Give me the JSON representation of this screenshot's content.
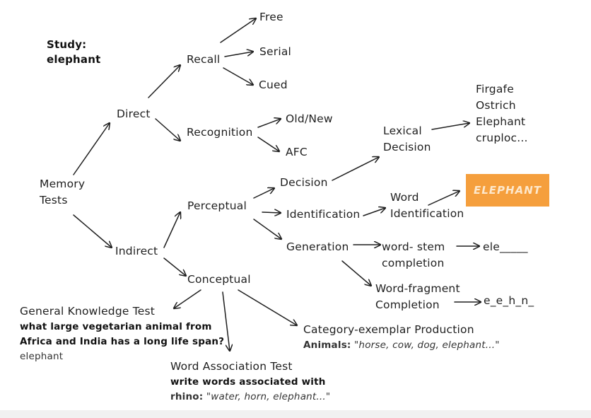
{
  "study": {
    "line1": "Study:",
    "line2": "elephant"
  },
  "nodes": {
    "memory_tests": [
      "Memory",
      "Tests"
    ],
    "direct": "Direct",
    "indirect": "Indirect",
    "recall": "Recall",
    "recognition": "Recognition",
    "free": "Free",
    "serial": "Serial",
    "cued": "Cued",
    "old_new": "Old/New",
    "afc": "AFC",
    "perceptual": "Perceptual",
    "conceptual": "Conceptual",
    "decision": "Decision",
    "identification": "Identification",
    "generation": "Generation",
    "lexical_decision": [
      "Lexical",
      "Decision"
    ],
    "word_identification": [
      "Word",
      "Identification"
    ],
    "lexical_examples": [
      "Firgafe",
      "Ostrich",
      "Elephant",
      "cruploc..."
    ],
    "elephant_badge": "ELEPHANT",
    "word_stem": [
      "word- stem",
      "completion"
    ],
    "word_stem_example": "ele_____",
    "word_fragment": [
      "Word-fragment",
      "Completion"
    ],
    "word_fragment_example": "e_e_h_n_"
  },
  "examples": {
    "general_knowledge": {
      "title": "General Knowledge Test",
      "question": [
        "what large vegetarian animal from",
        "Africa and India has a long life span?"
      ],
      "answer": "elephant"
    },
    "word_association": {
      "title": "Word Association Test",
      "instruction": "write words associated with",
      "prefix": "rhino:",
      "list": " \"water, horn, elephant...\""
    },
    "category_exemplar": {
      "title": "Category-exemplar Production",
      "prefix": "Animals:",
      "list": " \"horse, cow, dog, elephant...\""
    }
  }
}
